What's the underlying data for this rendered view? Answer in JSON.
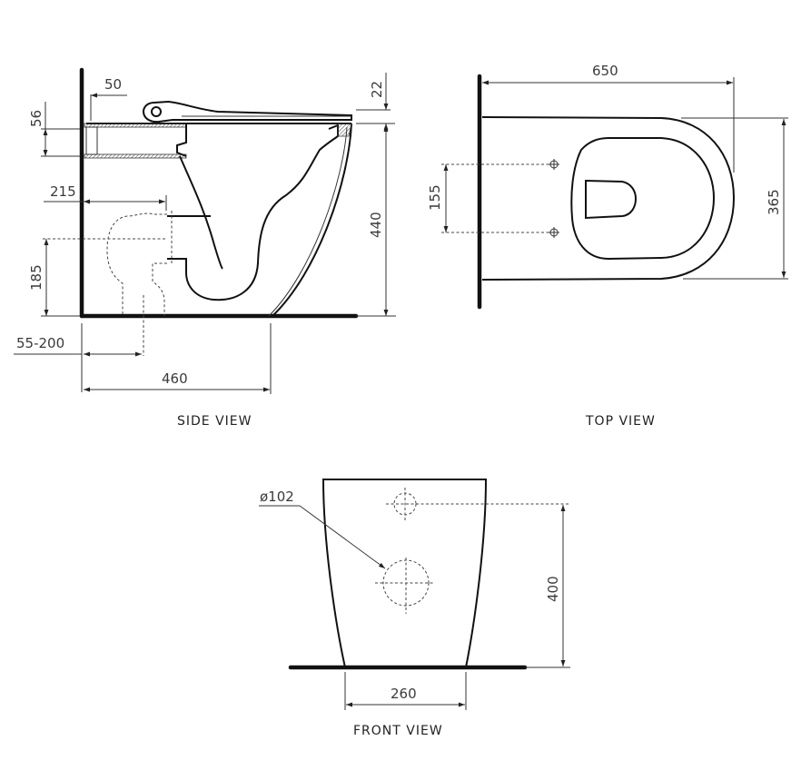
{
  "views": {
    "side": {
      "label": "SIDE VIEW",
      "dimensions": {
        "seat_depth": "50",
        "seat_thickness": "22",
        "inlet_height": "56",
        "outlet_depth": "215",
        "outlet_height": "185",
        "total_height": "440",
        "outlet_range": "55-200",
        "base_length": "460"
      }
    },
    "top": {
      "label": "TOP VIEW",
      "dimensions": {
        "length": "650",
        "width": "365",
        "fixing_spacing": "155"
      }
    },
    "front": {
      "label": "FRONT VIEW",
      "dimensions": {
        "pipe_diameter": "ø102",
        "height": "400",
        "base_width": "260"
      }
    }
  }
}
